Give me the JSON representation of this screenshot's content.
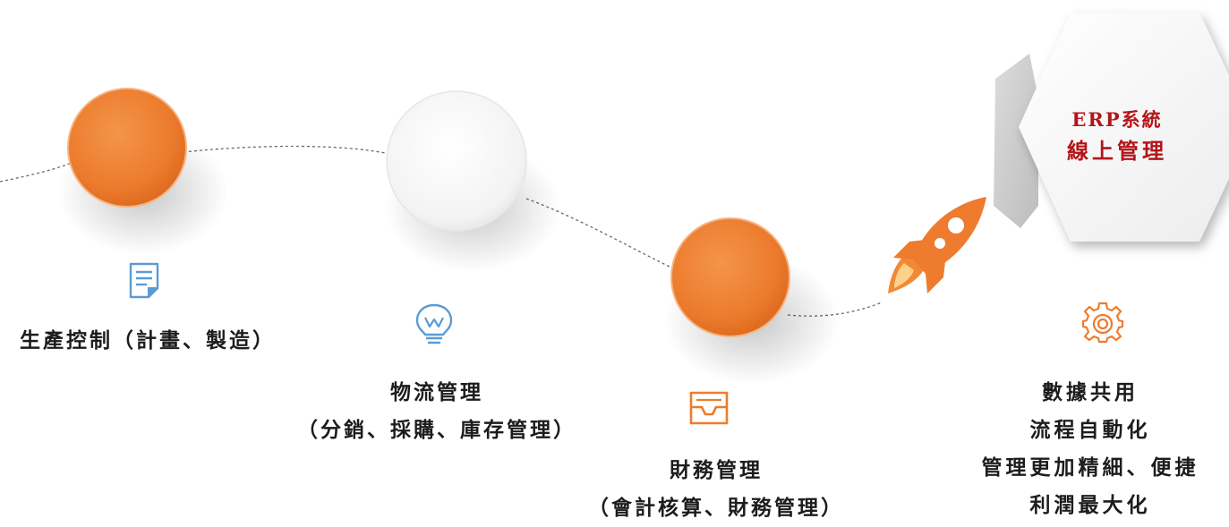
{
  "colors": {
    "accent": "#ee7b2e",
    "icon_blue": "#5b9bd5",
    "hex_text": "#b3141a"
  },
  "icons": [
    "document-icon",
    "lightbulb-icon",
    "inbox-tray-icon",
    "gear-icon",
    "rocket-icon"
  ],
  "steps": [
    {
      "lines": [
        "生產控制（計畫、製造）"
      ]
    },
    {
      "lines": [
        "物流管理",
        "（分銷、採購、庫存管理）"
      ]
    },
    {
      "lines": [
        "財務管理",
        "（會計核算、財務管理）"
      ]
    },
    {
      "lines": [
        "數據共用",
        "流程自動化",
        "管理更加精細、便捷",
        "利潤最大化"
      ]
    }
  ],
  "hexagon": {
    "line1": "ERP系統",
    "line2": "線上管理"
  }
}
